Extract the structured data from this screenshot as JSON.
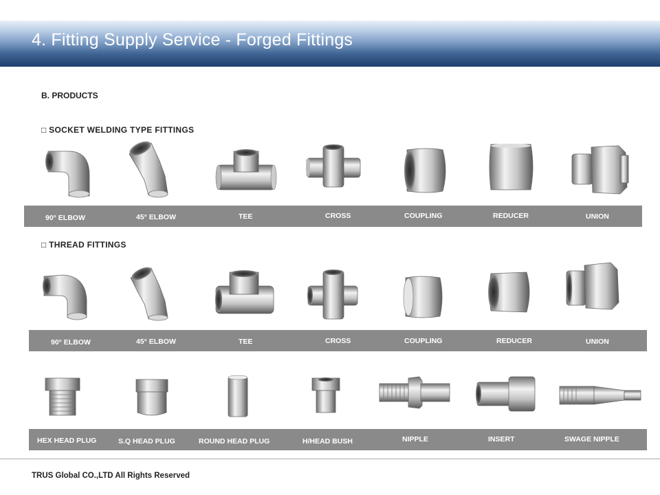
{
  "header": {
    "title": "4. Fitting Supply Service - Forged Fittings"
  },
  "subtitle": "B. PRODUCTS",
  "sections": {
    "socket": {
      "title": "□ SOCKET WELDING TYPE FITTINGS",
      "labels": [
        "90° ELBOW",
        "45° ELBOW",
        "TEE",
        "CROSS",
        "COUPLING",
        "REDUCER",
        "UNION"
      ]
    },
    "thread": {
      "title": "□ THREAD FITTINGS",
      "labels": [
        "90° ELBOW",
        "45° ELBOW",
        "TEE",
        "CROSS",
        "COUPLING",
        "REDUCER",
        "UNION"
      ]
    },
    "plugs": {
      "labels": [
        "HEX HEAD PLUG",
        "S.Q HEAD PLUG",
        "ROUND HEAD PLUG",
        "H/HEAD BUSH",
        "NIPPLE",
        "INSERT",
        "SWAGE NIPPLE"
      ]
    }
  },
  "footer": "TRUS Global  CO.,LTD  All Rights Reserved"
}
